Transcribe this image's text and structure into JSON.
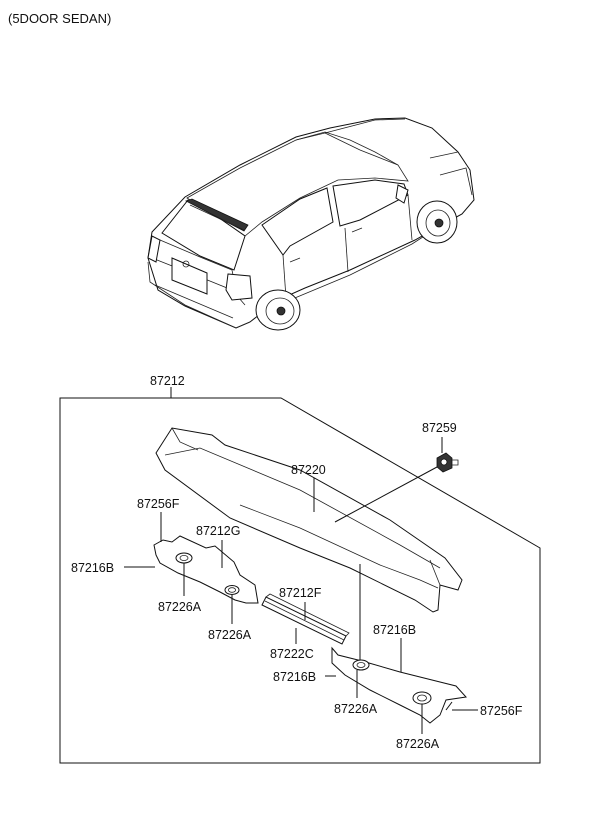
{
  "title": "(5DOOR SEDAN)",
  "parts": {
    "p87212": "87212",
    "p87259": "87259",
    "p87220": "87220",
    "p87256F_left": "87256F",
    "p87212G": "87212G",
    "p87216B_left": "87216B",
    "p87226A_1": "87226A",
    "p87226A_2": "87226A",
    "p87212F": "87212F",
    "p87222C": "87222C",
    "p87216B_right": "87216B",
    "p87216B_mid": "87216B",
    "p87226A_3": "87226A",
    "p87256F_right": "87256F",
    "p87226A_4": "87226A"
  }
}
